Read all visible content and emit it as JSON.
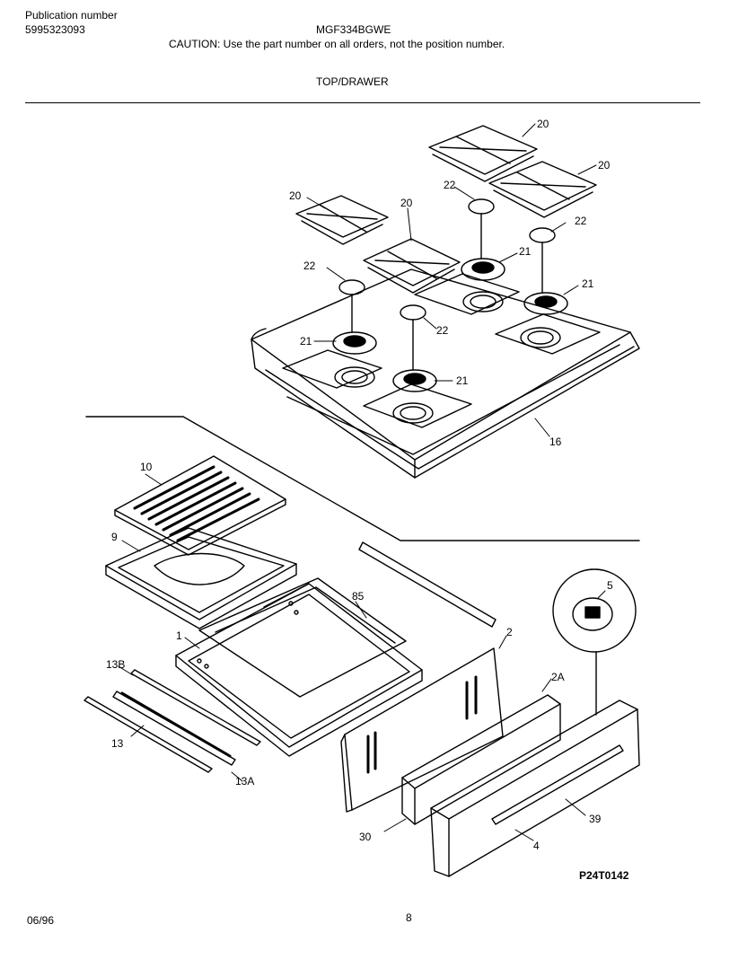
{
  "header": {
    "publication_label": "Publication number",
    "publication_number": "5995323093",
    "model": "MGF334BGWE",
    "caution": "CAUTION:  Use the part number on all orders, not the position number.",
    "section_title": "TOP/DRAWER"
  },
  "callouts": {
    "grate_1": "20",
    "grate_2": "20",
    "grate_3": "20",
    "grate_4": "20",
    "cap_1": "22",
    "cap_2": "22",
    "cap_3": "22",
    "cap_4": "22",
    "head_1": "21",
    "head_2": "21",
    "head_3": "21",
    "head_4": "21",
    "top": "16",
    "broiler_grid": "10",
    "broiler_pan": "9",
    "drawer_liner": "85",
    "drawer_body": "1",
    "drawer_side": "2",
    "slide_13b": "13B",
    "slide_13": "13",
    "slide_13a": "13A",
    "trim_2a": "2A",
    "clip_30": "30",
    "handle_39": "39",
    "front_4": "4",
    "knob_5": "5"
  },
  "footer": {
    "date": "06/96",
    "page": "8",
    "diagram_code": "P24T0142"
  }
}
